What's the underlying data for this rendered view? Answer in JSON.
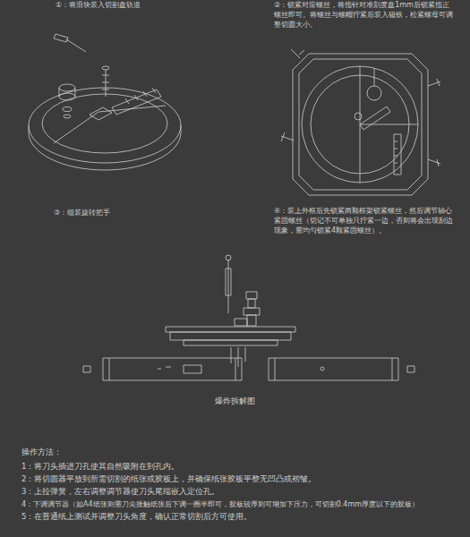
{
  "diagram": {
    "title": "爆炸拆解图",
    "labels": [
      "①：将滑块装入切割盘轨道",
      "②：锁紧对应螺丝，将指针对准刻度盘1mm后锁紧指正螺丝即可。将螺丝与螺帽拧紧后装入磁铁，松紧螺母可调整切圆大小。",
      "③：组装旋转把手",
      "④：装上外框后先锁紧两颗框架锁紧螺丝，然后调节轴心紧固螺丝（切记不可单独只拧紧一边，否则将会出现刮边现象，需均匀锁紧4颗紧固螺丝）。",
      "操作方法：",
      "1：将刀头插进刀孔使其自然吸附在到孔内。",
      "2：将切圆器平放到所需切割的纸张或胶板上，并确保纸张胶板平整无凹凸或褶皱。",
      "3：上拉弹簧，左右调整调节器使刀头尾端嵌入定位孔。",
      "4：下调调节器（如A4纸张则需刀尖接触纸张后下调一圈半即可，胶板较厚则可增加下压力，可切割0.4mm厚度以下的胶板）",
      "5：在普通纸上测试并调整刀头角度，确认正常切割后方可使用。"
    ]
  }
}
